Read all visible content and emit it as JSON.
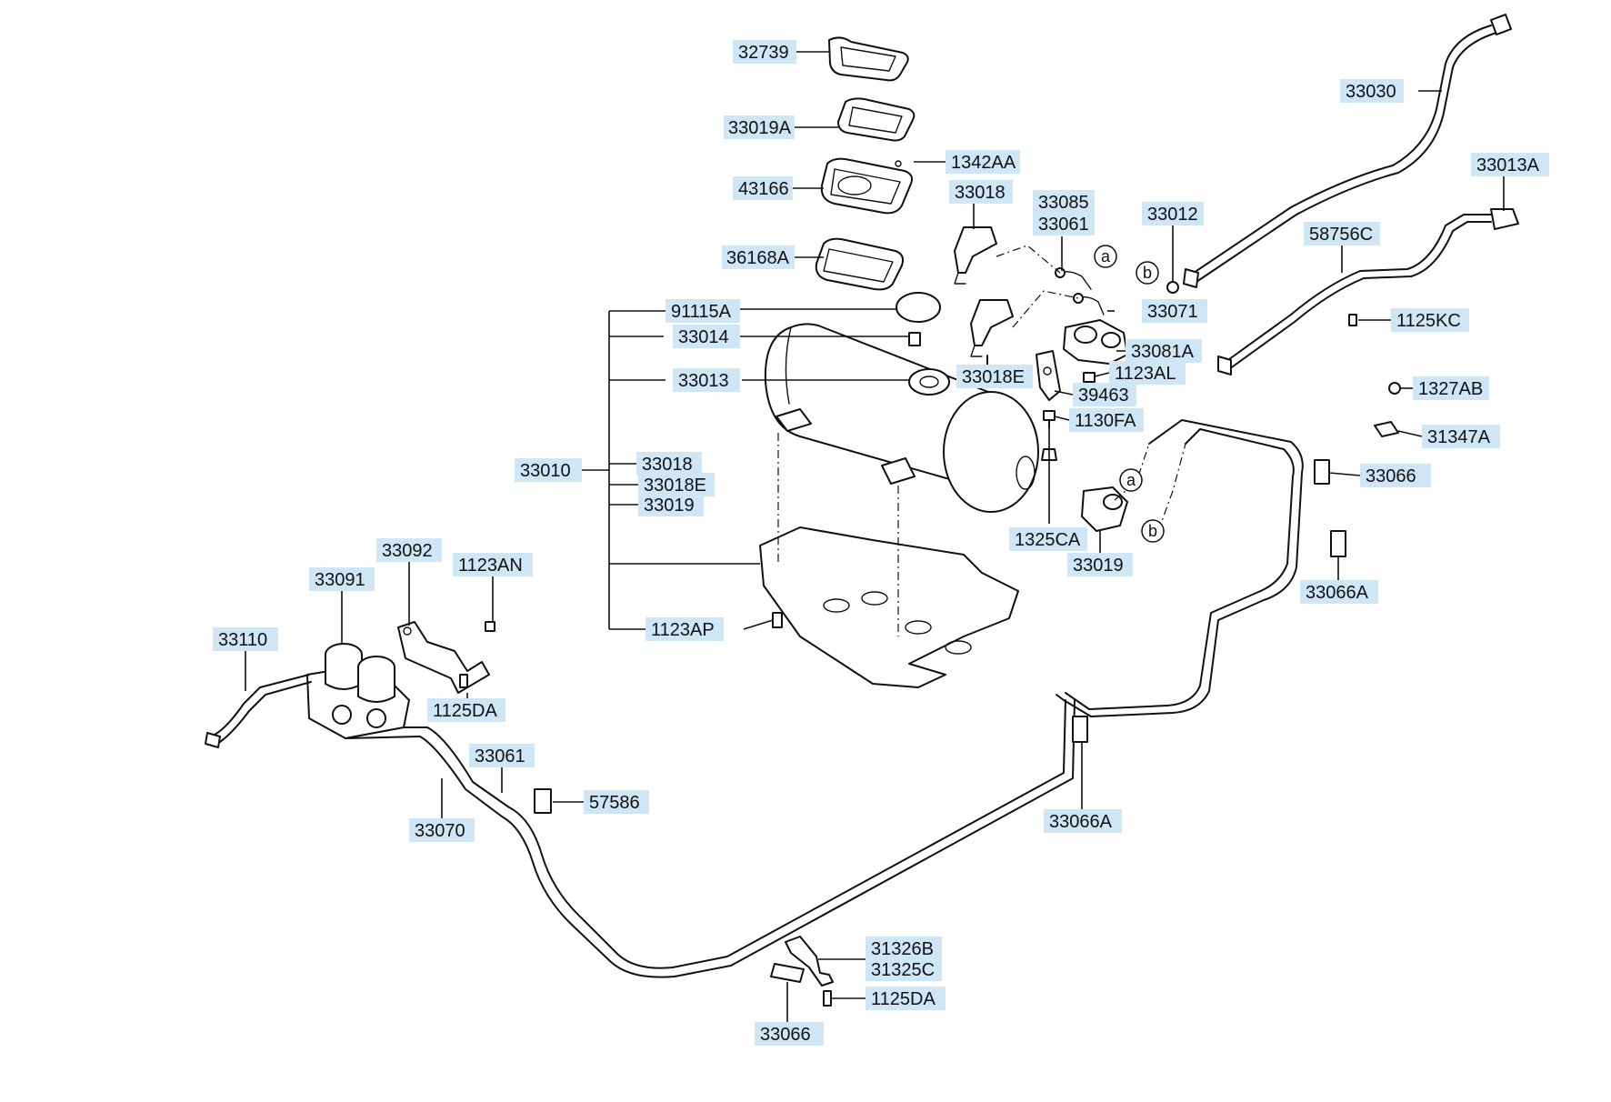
{
  "parts": {
    "p32739": "32739",
    "p33019A": "33019A",
    "p1342AA": "1342AA",
    "p43166": "43166",
    "p33018_top": "33018",
    "p33085": "33085",
    "p33061_top": "33061",
    "p33012": "33012",
    "p33030": "33030",
    "p33013A": "33013A",
    "p58756C": "58756C",
    "p36168A": "36168A",
    "p91115A": "91115A",
    "p33071": "33071",
    "p1125KC": "1125KC",
    "p33014": "33014",
    "p33081A": "33081A",
    "p33013": "33013",
    "p33018E_top": "33018E",
    "p1123AL": "1123AL",
    "p39463": "39463",
    "p1327AB": "1327AB",
    "p1130FA": "1130FA",
    "p31347A": "31347A",
    "p33010": "33010",
    "p33018_list": "33018",
    "p33018E_list": "33018E",
    "p33019_list": "33019",
    "p33066_right": "33066",
    "p1325CA": "1325CA",
    "p33019_valve": "33019",
    "p33092": "33092",
    "p1123AN": "1123AN",
    "p33091": "33091",
    "p33066A_right": "33066A",
    "p33110": "33110",
    "p1123AP": "1123AP",
    "p1125DA_left": "1125DA",
    "p33061_mid": "33061",
    "p57586": "57586",
    "p33070": "33070",
    "p33066A_mid": "33066A",
    "p31326B": "31326B",
    "p31325C": "31325C",
    "p1125DA_bottom": "1125DA",
    "p33066_bottom": "33066"
  },
  "markers": {
    "a_top": "a",
    "b_top": "b",
    "a_bottom": "a",
    "b_bottom": "b"
  }
}
